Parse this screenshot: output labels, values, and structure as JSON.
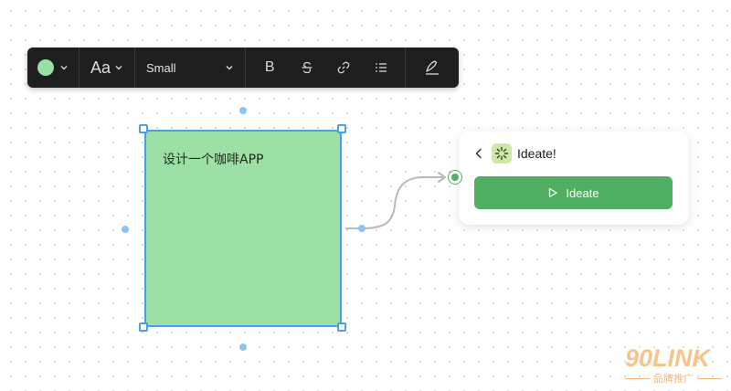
{
  "toolbar": {
    "color_swatch": "#9adfa5",
    "font_label": "Aa",
    "size_label": "Small",
    "icons": [
      "chevron-down-icon",
      "bold-icon",
      "strikethrough-icon",
      "link-icon",
      "list-icon",
      "signature-icon"
    ],
    "bold_label": "B"
  },
  "sticky": {
    "text": "设计一个咖啡APP",
    "fill": "#9ce0a6",
    "border": "#4b9fe6"
  },
  "ideate": {
    "title": "Ideate!",
    "button_label": "Ideate",
    "button_color": "#4fae62"
  },
  "watermark": {
    "main": "90LINK",
    "sub": "品牌推广"
  }
}
